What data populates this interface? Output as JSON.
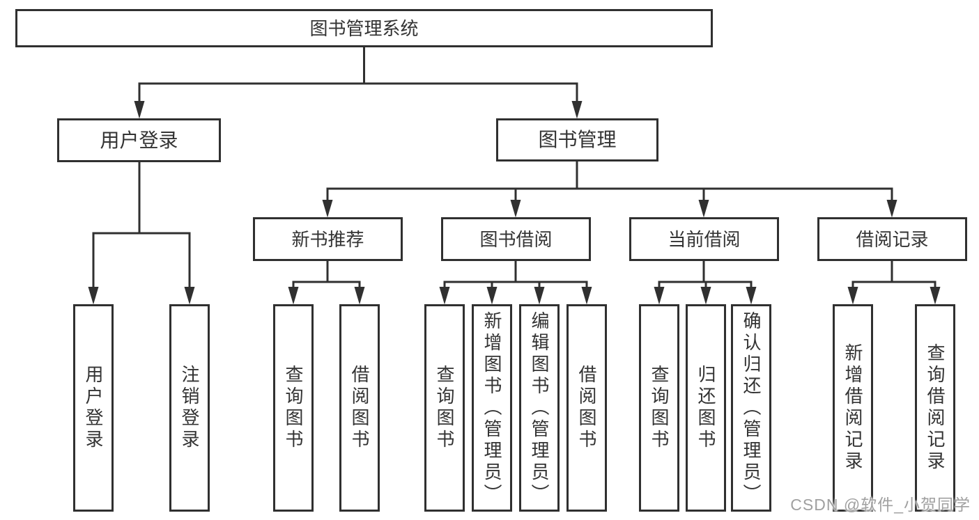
{
  "colors": {
    "line": "#303030",
    "text": "#333333",
    "box_background": "#ffffff",
    "page_background": "#ffffff",
    "watermark": "#a0a0a0"
  },
  "watermark": {
    "text": "CSDN @软件_小贺同学"
  },
  "tree": {
    "label": "图书管理系统",
    "children": [
      {
        "label": "用户登录",
        "children": [
          {
            "label": "用户登录"
          },
          {
            "label": "注销登录"
          }
        ]
      },
      {
        "label": "图书管理",
        "children": [
          {
            "label": "新书推荐",
            "children": [
              {
                "label": "查询图书"
              },
              {
                "label": "借阅图书"
              }
            ]
          },
          {
            "label": "图书借阅",
            "children": [
              {
                "label": "查询图书"
              },
              {
                "label": "新增图书（管理员）"
              },
              {
                "label": "编辑图书（管理员）"
              },
              {
                "label": "借阅图书"
              }
            ]
          },
          {
            "label": "当前借阅",
            "children": [
              {
                "label": "查询图书"
              },
              {
                "label": "归还图书"
              },
              {
                "label": "确认归还（管理员）"
              }
            ]
          },
          {
            "label": "借阅记录",
            "children": [
              {
                "label": "新增借阅记录"
              },
              {
                "label": "查询借阅记录"
              }
            ]
          }
        ]
      }
    ]
  }
}
